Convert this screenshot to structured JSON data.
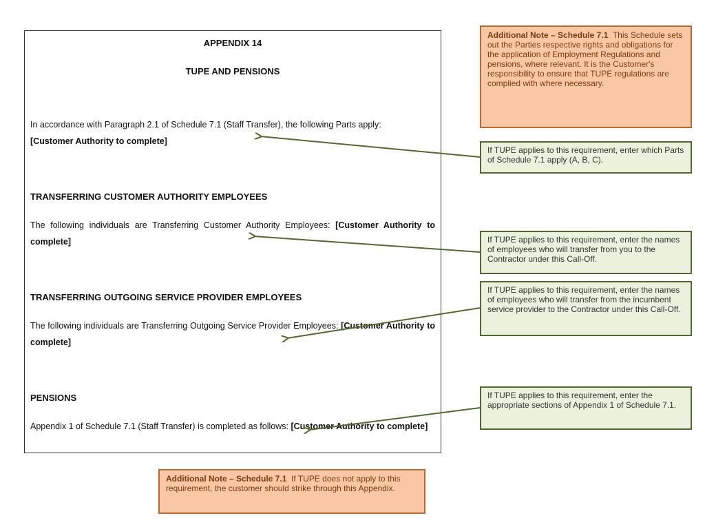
{
  "document": {
    "appendix_title": "APPENDIX 14",
    "subtitle": "TUPE AND PENSIONS",
    "intro": "In accordance with Paragraph 2.1 of Schedule 7.1 (Staff Transfer), the following Parts apply:",
    "intro_placeholder": "[Customer Authority to complete]",
    "section1_heading": "TRANSFERRING CUSTOMER AUTHORITY EMPLOYEES",
    "section1_text": "The following individuals are Transferring Customer Authority Employees: ",
    "section1_placeholder": "[Customer Authority to complete]",
    "section2_heading": "TRANSFERRING OUTGOING SERVICE PROVIDER EMPLOYEES",
    "section2_text": "The following individuals are Transferring Outgoing Service Provider Employees: ",
    "section2_placeholder": "[Customer Authority to complete]",
    "section3_heading": "PENSIONS",
    "section3_text": "Appendix 1 of Schedule 7.1 (Staff Transfer) is completed as follows: ",
    "section3_placeholder": "[Customer Authority to complete]"
  },
  "notes": {
    "top_lead": "Additional Note – Schedule 7.1",
    "top_text": "This Schedule sets out the Parties respective rights and obligations for the application of Employment Regulations and pensions, where relevant.  It is the Customer's responsibility to ensure that TUPE regulations are complied with where necessary.",
    "bottom_lead": "Additional Note – Schedule 7.1",
    "bottom_text": "If TUPE does not apply to this requirement, the customer should strike through this Appendix."
  },
  "guidance": {
    "parts": "If TUPE applies to this requirement, enter which Parts of Schedule 7.1 apply (A, B, C).",
    "customer_employees": "If TUPE applies to this requirement, enter the names of employees who will transfer from you to the Contractor under this Call-Off.",
    "provider_employees": "If TUPE applies to this requirement, enter the names of employees who will transfer from the incumbent service provider to the Contractor under this Call-Off.",
    "pensions": "If TUPE applies to this requirement, enter the appropriate sections of Appendix 1 of Schedule 7.1."
  },
  "colors": {
    "note_fill": "#f9c7a3",
    "note_border": "#b8692e",
    "guidance_fill": "#ebf1dc",
    "guidance_border": "#4e6b2d",
    "arrow": "#4e6b2d"
  }
}
